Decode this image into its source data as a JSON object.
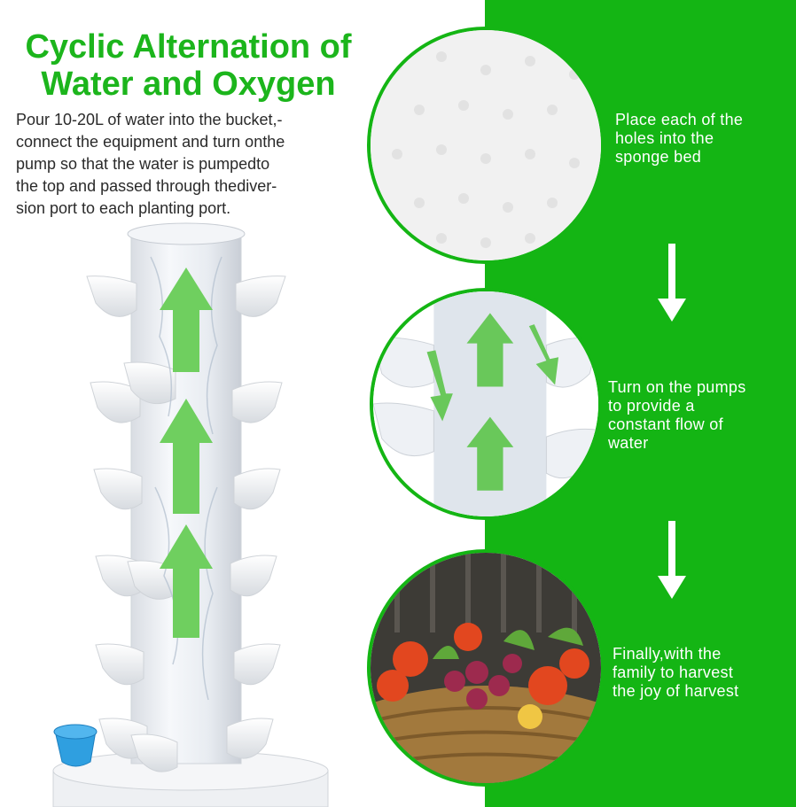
{
  "header": {
    "title_line1": "Cyclic Alternation of",
    "title_line2": "Water and Oxygen"
  },
  "intro": {
    "line1": "Pour 10-20L of water into the bucket,-",
    "line2": "connect the equipment and turn onthe",
    "line3": "pump so that the water is pumpedto",
    "line4": "the top and passed through thediver-",
    "line5": "sion port to each planting port."
  },
  "steps": [
    {
      "line1": "Place each of the",
      "line2": "holes into the",
      "line3": "sponge bed"
    },
    {
      "line1": "Turn on the pumps",
      "line2": "to provide a",
      "line3": "constant flow of",
      "line4": "water"
    },
    {
      "line1": "Finally,with the",
      "line2": "family to harvest",
      "line3": "the joy of harvest"
    }
  ],
  "colors": {
    "brand_green": "#14b514",
    "title_green": "#1cb51c",
    "arrow_green": "#6fcf5f",
    "text_dark": "#2a2a2a",
    "white": "#ffffff",
    "cup_blue": "#2f9fe0"
  }
}
